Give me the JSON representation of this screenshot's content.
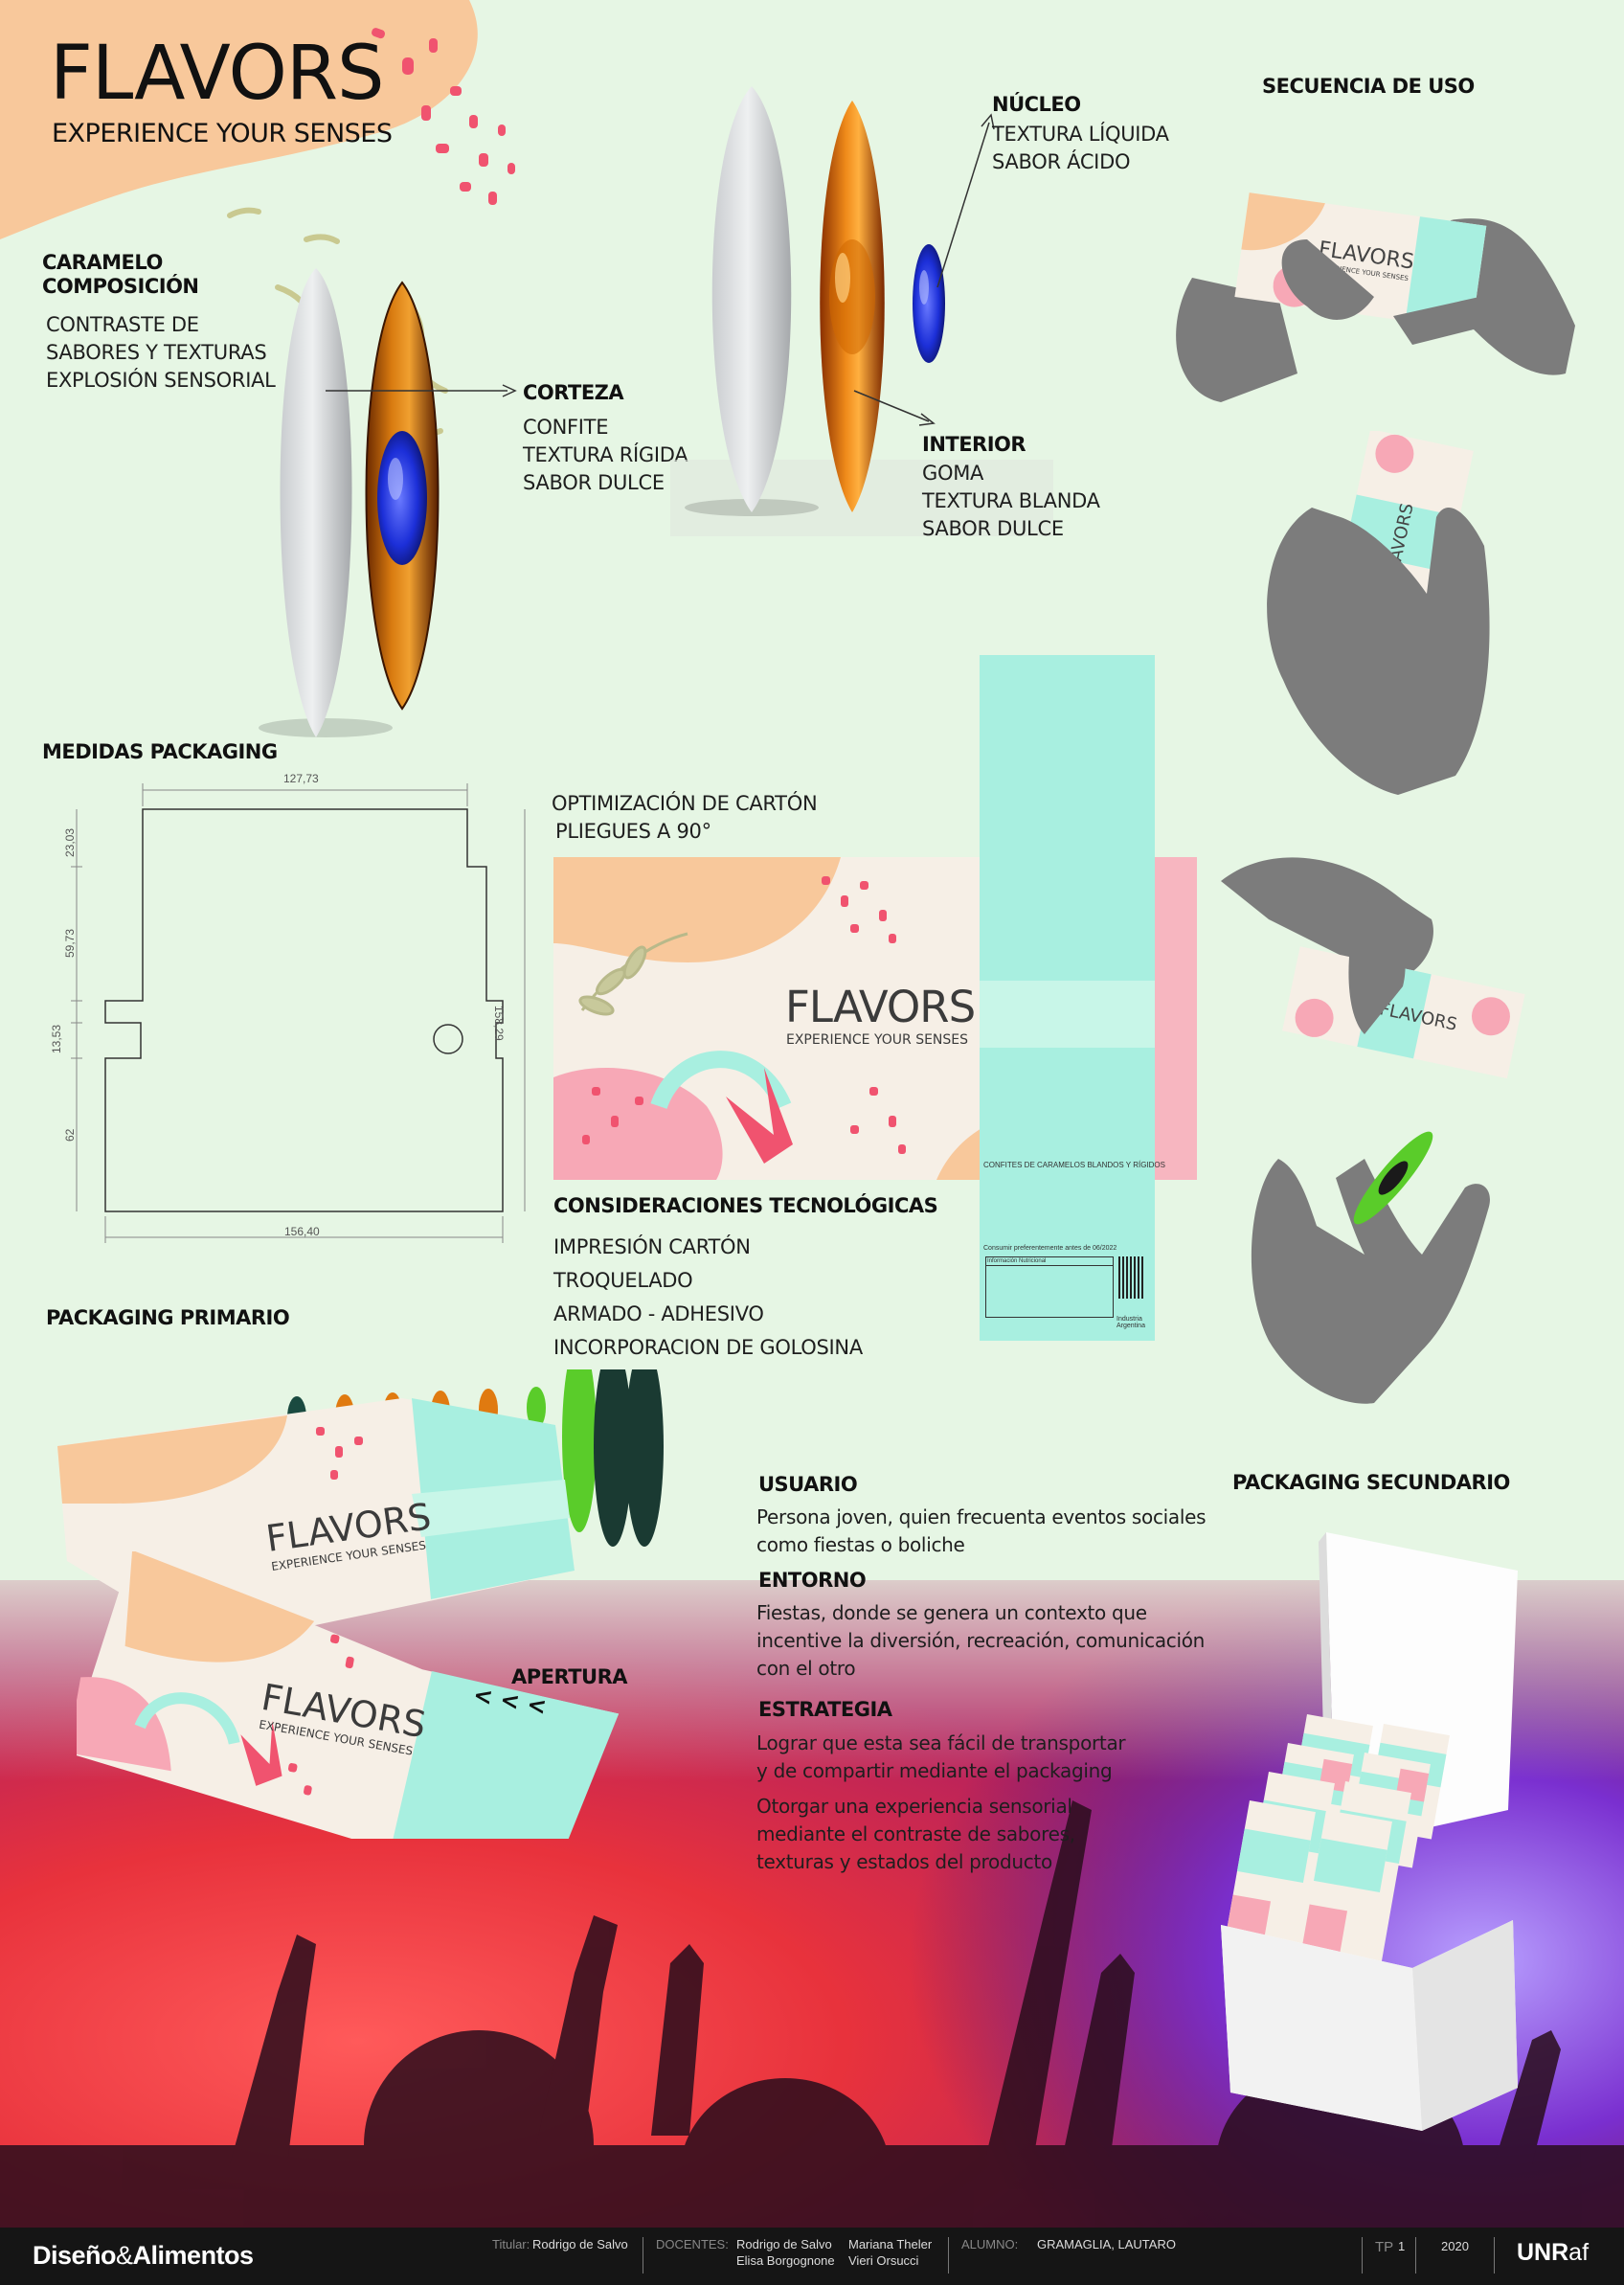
{
  "brand": {
    "title": "FLAVORS",
    "tagline": "EXPERIENCE YOUR SENSES"
  },
  "caramelo": {
    "heading_1": "CARAMELO",
    "heading_2": "COMPOSICIÓN",
    "lines": [
      "CONTRASTE DE",
      "SABORES Y TEXTURAS",
      "EXPLOSIÓN SENSORIAL"
    ]
  },
  "corteza": {
    "heading": "CORTEZA",
    "lines": [
      "CONFITE",
      "TEXTURA RÍGIDA",
      "SABOR DULCE"
    ]
  },
  "nucleo": {
    "heading": "NÚCLEO",
    "lines": [
      "TEXTURA LÍQUIDA",
      "SABOR ÁCIDO"
    ]
  },
  "interior": {
    "heading": "INTERIOR",
    "lines": [
      "GOMA",
      "TEXTURA BLANDA",
      "SABOR DULCE"
    ]
  },
  "secuencia": {
    "heading": "SECUENCIA DE USO"
  },
  "medidas": {
    "heading": "MEDIDAS PACKAGING",
    "dims": {
      "top": "127,73",
      "bottom": "156,40",
      "right": "158,29",
      "d1": "23,03",
      "d2": "59,73",
      "d3": "13,53",
      "d4": "62"
    }
  },
  "optimizacion": {
    "lines": [
      "OPTIMIZACIÓN DE CARTÓN",
      "PLIEGUES A 90°"
    ]
  },
  "dieline": {
    "brand": "FLAVORS",
    "tagline": "EXPERIENCE YOUR SENSES",
    "side_text": "CONFITES DE CARAMELOS BLANDOS Y RÍGIDOS",
    "consumir": "Consumir preferentemente antes de 06/2022",
    "info": "Información Nutricional",
    "industria": "Industria Argentina"
  },
  "consideraciones": {
    "heading": "CONSIDERACIONES TECNOLÓGICAS",
    "lines": [
      "IMPRESIÓN CARTÓN",
      "TROQUELADO",
      "ARMADO - ADHESIVO",
      "INCORPORACION DE GOLOSINA"
    ]
  },
  "primario": {
    "heading": "PACKAGING PRIMARIO",
    "apertura": "APERTURA",
    "arrows": "< < <"
  },
  "box": {
    "brand": "FLAVORS",
    "tagline": "EXPERIENCE YOUR SENSES"
  },
  "secundario": {
    "heading": "PACKAGING SECUNDARIO"
  },
  "usuario": {
    "heading": "USUARIO",
    "lines": [
      "Persona joven, quien frecuenta eventos sociales",
      "como fiestas o boliche"
    ]
  },
  "entorno": {
    "heading": "ENTORNO",
    "lines": [
      "Fiestas, donde se genera un contexto que",
      "incentive la diversión, recreación, comunicación",
      "con el otro"
    ]
  },
  "estrategia": {
    "heading": "ESTRATEGIA",
    "lines_a": [
      "Lograr que esta sea fácil de transportar",
      "y de compartir mediante el packaging"
    ],
    "lines_b": [
      "Otorgar una experiencia sensorial",
      "mediante el contraste de sabores,",
      "texturas y estados del producto"
    ]
  },
  "footer": {
    "logo_a": "Diseño",
    "logo_amp": "&",
    "logo_b": "Alimentos",
    "titular_label": "Titular:",
    "titular": "Rodrigo de Salvo",
    "docentes_label": "DOCENTES:",
    "doc1": "Rodrigo de Salvo",
    "doc2": "Elisa Borgognone",
    "doc3": "Mariana Theler",
    "doc4": "Vieri Orsucci",
    "alumno_label": "ALUMNO:",
    "alumno": "GRAMAGLIA, LAUTARO",
    "tp_label": "TP",
    "tp": "1",
    "year": "2020",
    "unr": "UNR",
    "af": "af"
  },
  "colors": {
    "peach": "#f8c89b",
    "pink": "#f7a8b6",
    "mint": "#a8efe0",
    "coral": "#f0536f",
    "orange": "#e07a10",
    "blue": "#1c2fd8",
    "gray": "#7c7c7c",
    "sage": "#b8b98a",
    "party_red": "#e8323c",
    "party_purple": "#7a2fd0"
  }
}
